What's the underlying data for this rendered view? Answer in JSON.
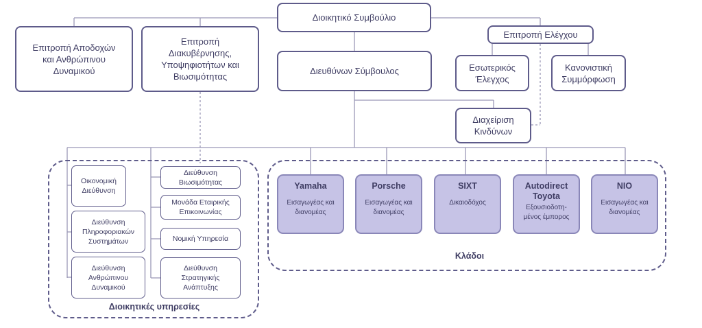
{
  "top": {
    "board": "Διοικητικό Συμβούλιο",
    "remuneration_committee": "Επιτροπή Αποδοχών και Ανθρώπινου Δυναμικού",
    "governance_committee": "Επιτροπή Διακυβέρνησης, Υποψηφιοτήτων και Βιωσιμότητας",
    "ceo": "Διευθύνων Σύμβουλος",
    "audit_committee": "Επιτροπή Ελέγχου",
    "internal_audit": "Εσωτερικός Έλεγχος",
    "compliance": "Κανονιστική Συμμόρφωση",
    "risk_management": "Διαχείριση Κινδύνων"
  },
  "admin": {
    "title": "Διοικητικές υπηρεσίες",
    "left": [
      "Οικονομική Διεύθυνση",
      "Διεύθυνση Πληροφοριακών Συστημάτων",
      "Διεύθυνση Ανθρώπινου Δυναμικού"
    ],
    "right": [
      "Διεύθυνση Βιωσιμότητας",
      "Μονάδα Εταιρικής Επικοινωνίας",
      "Νομική Υπηρεσία",
      "Διεύθυνση Στρατηγικής Ανάπτυξης"
    ]
  },
  "branches": {
    "title": "Κλάδοι",
    "items": [
      {
        "name": "Yamaha",
        "desc": "Εισαγωγέας και διανομέας"
      },
      {
        "name": "Porsche",
        "desc": "Εισαγωγέας και διανομέας"
      },
      {
        "name": "SIXT",
        "desc": "Δικαιοδόχος"
      },
      {
        "name": "Autodirect Toyota",
        "desc": "Εξουσιοδοτη-μένος έμπορος"
      },
      {
        "name": "NIO",
        "desc": "Εισαγωγέας και διανομέας"
      }
    ]
  }
}
